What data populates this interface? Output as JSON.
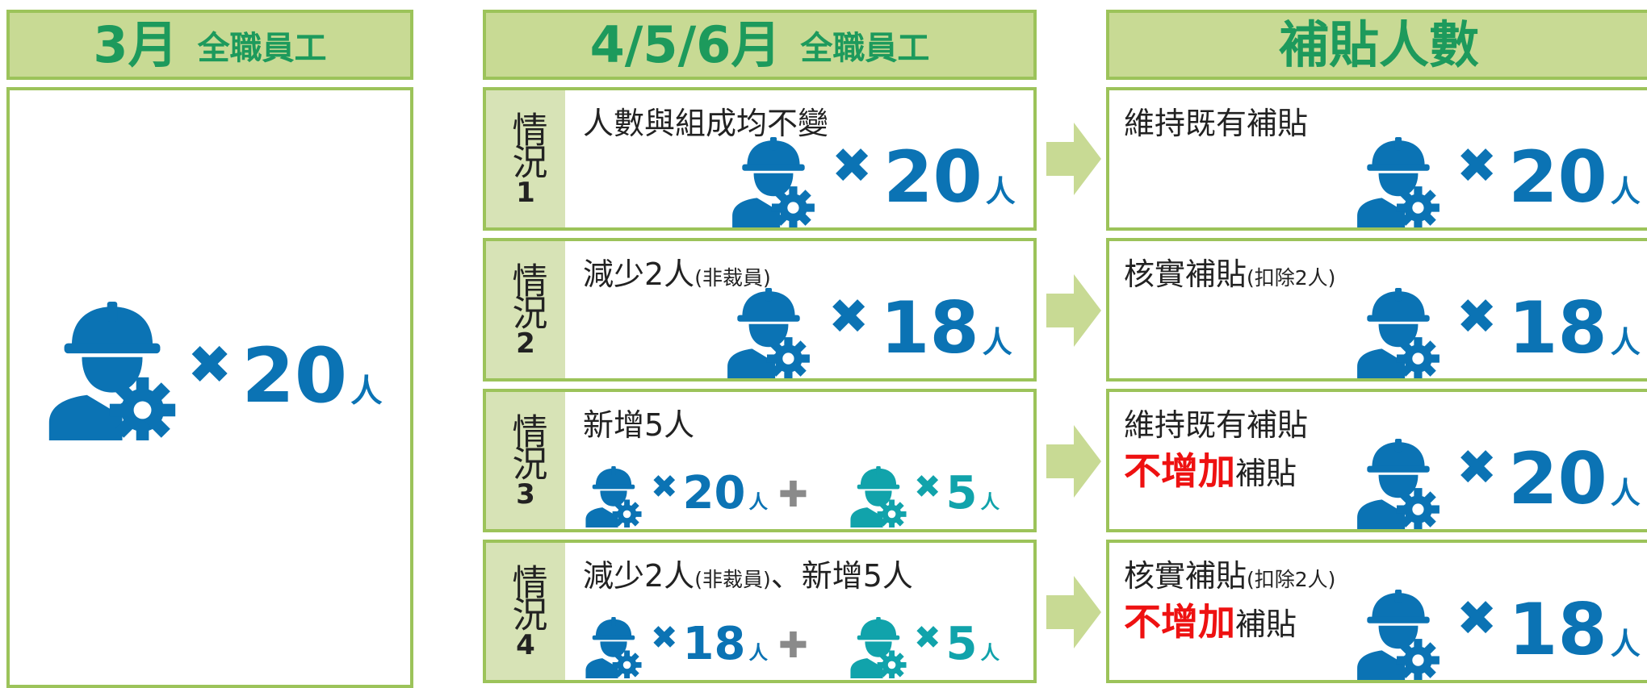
{
  "headers": {
    "march": {
      "big": "3月",
      "small": "全職員工"
    },
    "q2": {
      "big": "4/5/6月",
      "small": "全職員工"
    },
    "subsidy": {
      "big": "補貼人數"
    }
  },
  "march_panel": {
    "count": "20",
    "unit": "人"
  },
  "symbols": {
    "times": "✖",
    "plus": "✚"
  },
  "colors": {
    "blue": "#0b73b4",
    "teal": "#11a3ab",
    "green": "#1d9a5c",
    "header_bg": "#c8da94",
    "border": "#9cc35a",
    "red": "#ee1111"
  },
  "scenarios": [
    {
      "label": "情況",
      "number": "1",
      "desc_main": "人數與組成均不變",
      "desc_note": "",
      "count": "20",
      "unit": "人",
      "result_line1_main": "維持既有補貼",
      "result_line1_note": "",
      "result_line2_red": "",
      "result_line2_rest": "",
      "result_count": "20",
      "result_unit": "人"
    },
    {
      "label": "情況",
      "number": "2",
      "desc_main": "減少2人",
      "desc_note": "(非裁員)",
      "count": "18",
      "unit": "人",
      "result_line1_main": "核實補貼",
      "result_line1_note": "(扣除2人)",
      "result_line2_red": "",
      "result_line2_rest": "",
      "result_count": "18",
      "result_unit": "人"
    },
    {
      "label": "情況",
      "number": "3",
      "desc_main": "新增5人",
      "desc_note": "",
      "count_a": "20",
      "count_b": "5",
      "unit": "人",
      "result_line1_main": "維持既有補貼",
      "result_line1_note": "",
      "result_line2_red": "不增加",
      "result_line2_rest": "補貼",
      "result_count": "20",
      "result_unit": "人"
    },
    {
      "label": "情況",
      "number": "4",
      "desc_main": "減少2人",
      "desc_note": "(非裁員)",
      "desc_tail": "、新增5人",
      "count_a": "18",
      "count_b": "5",
      "unit": "人",
      "result_line1_main": "核實補貼",
      "result_line1_note": "(扣除2人)",
      "result_line2_red": "不增加",
      "result_line2_rest": "補貼",
      "result_count": "18",
      "result_unit": "人"
    }
  ]
}
